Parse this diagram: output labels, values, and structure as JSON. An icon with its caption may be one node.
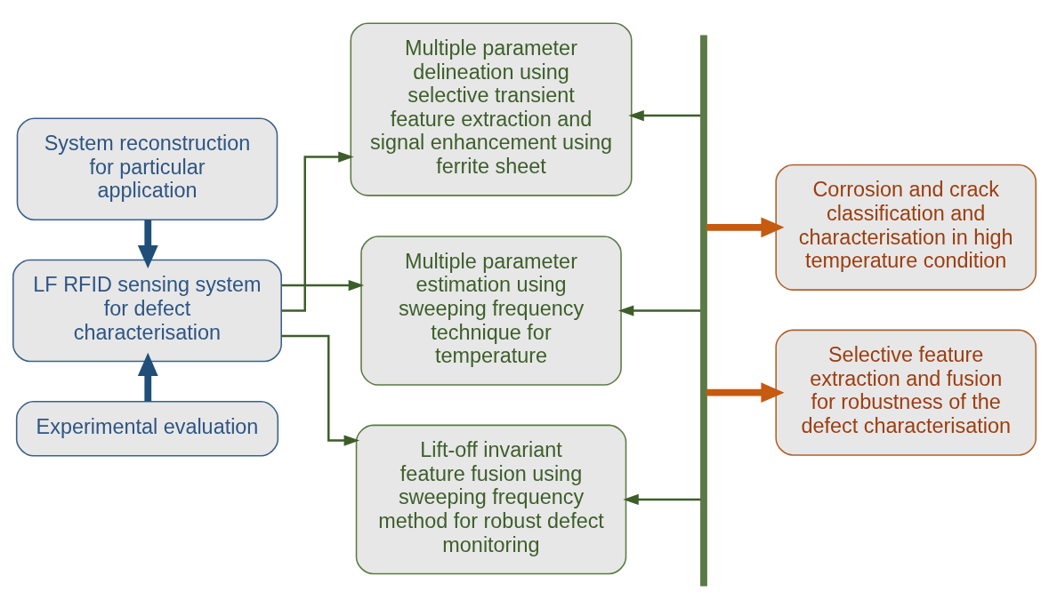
{
  "diagram": {
    "nodes": [
      {
        "text": [
          "System reconstruction for particular application"
        ]
      },
      {
        "text": [
          "LF RFID sensing system for defect characterisation"
        ]
      },
      {
        "text": [
          "Experimental evaluation"
        ]
      },
      {
        "text": [
          "Multiple parameter delineation using selective transient feature extraction and signal enhancement using ferrite sheet"
        ]
      },
      {
        "text": [
          "Multiple parameter estimation using sweeping frequency technique for temperature"
        ]
      },
      {
        "text": [
          "Lift-off invariant feature fusion using sweeping frequency method for robust defect monitoring"
        ]
      },
      {
        "text": [],
        "shape": "bar"
      },
      {
        "text": [
          "Corrosion and crack classification and characterisation in high temperature condition"
        ]
      },
      {
        "text": [
          "Selective feature extraction and fusion for robustness of the defect characterisation"
        ]
      }
    ],
    "edges": [
      {
        "from": 0,
        "to": 1,
        "arrow": "to",
        "style": "thick",
        "color": "#1f4e79"
      },
      {
        "from": 2,
        "to": 1,
        "arrow": "to",
        "style": "thick",
        "color": "#1f4e79"
      },
      {
        "from": 1,
        "to": 3,
        "arrow": "to"
      },
      {
        "from": 1,
        "to": 4,
        "arrow": "to"
      },
      {
        "from": 1,
        "to": 5,
        "arrow": "to"
      },
      {
        "from": 6,
        "to": 3,
        "arrow": "to"
      },
      {
        "from": 6,
        "to": 4,
        "arrow": "to"
      },
      {
        "from": 6,
        "to": 5,
        "arrow": "to"
      },
      {
        "from": 6,
        "to": 7,
        "arrow": "to",
        "style": "thick",
        "color": "#c55a11"
      },
      {
        "from": 6,
        "to": 8,
        "arrow": "to",
        "style": "thick",
        "color": "#c55a11"
      }
    ]
  }
}
